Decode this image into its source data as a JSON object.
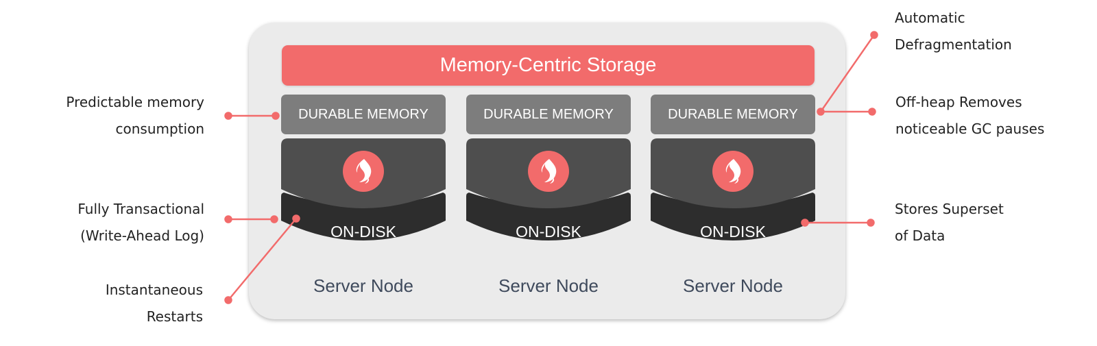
{
  "banner": {
    "title": "Memory-Centric Storage"
  },
  "nodes": [
    {
      "memory_label": "DURABLE MEMORY",
      "disk_label": "ON-DISK",
      "node_label": "Server Node"
    },
    {
      "memory_label": "DURABLE MEMORY",
      "disk_label": "ON-DISK",
      "node_label": "Server Node"
    },
    {
      "memory_label": "DURABLE MEMORY",
      "disk_label": "ON-DISK",
      "node_label": "Server Node"
    }
  ],
  "callouts": {
    "predictable": [
      "Predictable memory",
      "consumption"
    ],
    "transactional": [
      "Fully Transactional",
      "(Write-Ahead Log)"
    ],
    "restarts": [
      "Instantaneous",
      "Restarts"
    ],
    "defrag": [
      "Automatic",
      "Defragmentation"
    ],
    "offheap": [
      "Off-heap Removes",
      "noticeable GC pauses"
    ],
    "superset": [
      "Stores Superset",
      "of Data"
    ]
  },
  "colors": {
    "accent": "#f26b6b",
    "frame": "#ebebeb",
    "memory_box": "#7d7d7d",
    "cache_layer": "#4e4e4e",
    "disk_layer": "#2d2d2d",
    "node_label": "#3f4a5c"
  },
  "icons": {
    "node_logo": "flame-icon"
  }
}
